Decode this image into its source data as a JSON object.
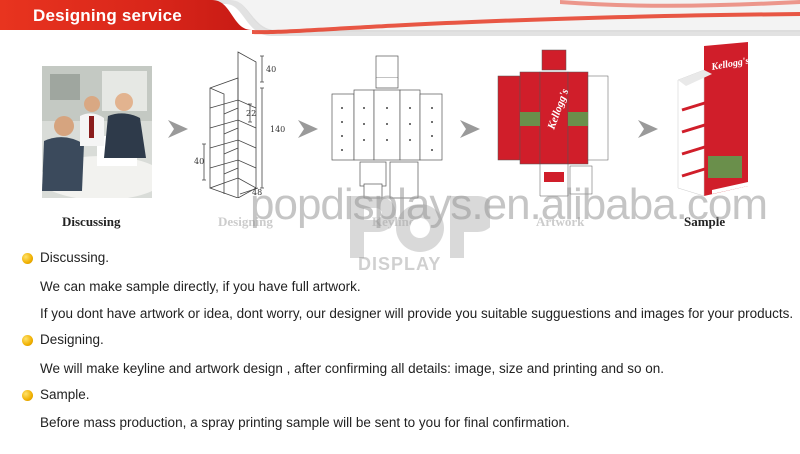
{
  "header": {
    "title": "Designing service",
    "accent_color": "#e0301e"
  },
  "steps": {
    "step1_caption": "Discussing",
    "step2_caption": "Designing",
    "step3_caption": "Keyline",
    "step4_caption": "Artwork",
    "step5_caption": "Sample"
  },
  "dimensions": {
    "top": "40",
    "mid": "22",
    "height": "140",
    "bottom": "40",
    "depth": "48"
  },
  "brand_text": "Kellogg's",
  "watermark": {
    "url": "popdisplays.en.alibaba.com",
    "label": "DISPLAY"
  },
  "sections": [
    {
      "title": "Discussing.",
      "lines": [
        "We can make sample directly, if you have full artwork.",
        "If you dont have artwork or idea, dont worry, our designer will provide you suitable sugguestions and images for your products."
      ]
    },
    {
      "title": "Designing.",
      "lines": [
        "We will make keyline and artwork design , after confirming all details: image, size and printing and so on."
      ]
    },
    {
      "title": "Sample.",
      "lines": [
        "Before mass production, a spray printing sample will be sent to you for final confirmation."
      ]
    }
  ],
  "colors": {
    "bullet": "#f0b000",
    "brand_red": "#d01e2a"
  }
}
